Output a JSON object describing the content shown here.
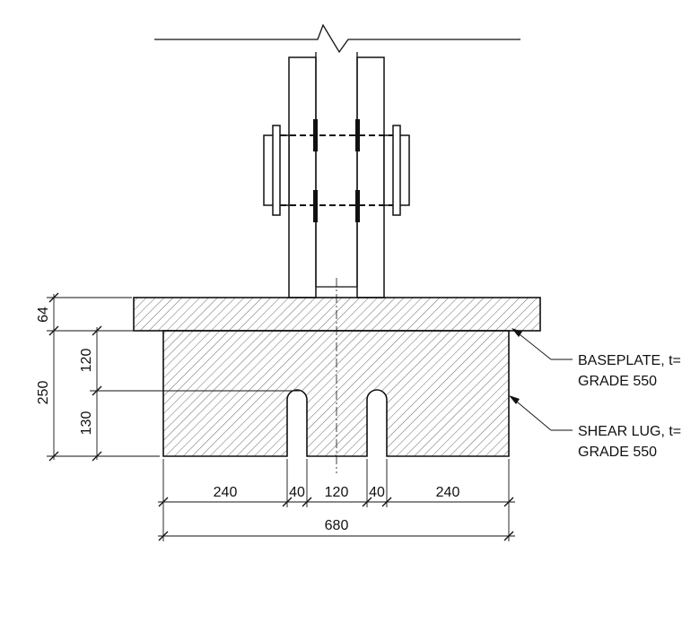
{
  "dimensions": {
    "baseplate_thickness": "64",
    "upper_lug_height": "120",
    "total_lug_height": "250",
    "slot_height": "130",
    "left_width": "240",
    "left_slot": "40",
    "center_width": "120",
    "right_slot": "40",
    "right_width": "240",
    "total_width": "680"
  },
  "labels": {
    "baseplate_line1": "BASEPLATE, t=",
    "baseplate_line2": "GRADE 550",
    "shearlug_line1": "SHEAR LUG, t=",
    "shearlug_line2": "GRADE 550"
  }
}
